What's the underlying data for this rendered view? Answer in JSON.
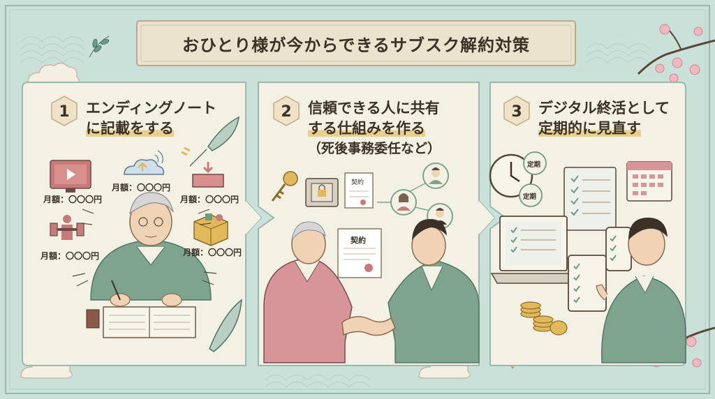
{
  "title": "おひとり様が今からできるサブスク解約対策",
  "steps": [
    {
      "number": "1",
      "lines": [
        "エンディングノート",
        "に記載をする"
      ],
      "note": ""
    },
    {
      "number": "2",
      "lines": [
        "信頼できる人に共有",
        "する仕組みを作る"
      ],
      "note": "（死後事務委任など）"
    },
    {
      "number": "3",
      "lines": [
        "デジタル終活として",
        "定期的に見直す"
      ],
      "note": ""
    }
  ],
  "panel1": {
    "fee_labels": [
      "月額：〇〇〇円",
      "月額：〇〇〇円",
      "月額：〇〇〇円",
      "月額：〇〇〇円",
      "月額：〇〇〇円"
    ],
    "icons": [
      "tv-icon",
      "cloud-upload-icon",
      "download-box-icon",
      "fitness-icon",
      "parcel-box-icon"
    ]
  },
  "panel2": {
    "document_label": "契約",
    "document_label_small": "契約"
  },
  "panel3": {
    "clock_label": "定期",
    "clock_label_small": "定期"
  },
  "colors": {
    "background": "#c9e1d8",
    "panel": "#f3f1e3",
    "border": "#9ab9ad",
    "title_box": "#ece3cf",
    "highlight": "#e9cf8c",
    "text": "#3b3127",
    "accent_green": "#6f9a86",
    "accent_pink": "#d7959a"
  }
}
